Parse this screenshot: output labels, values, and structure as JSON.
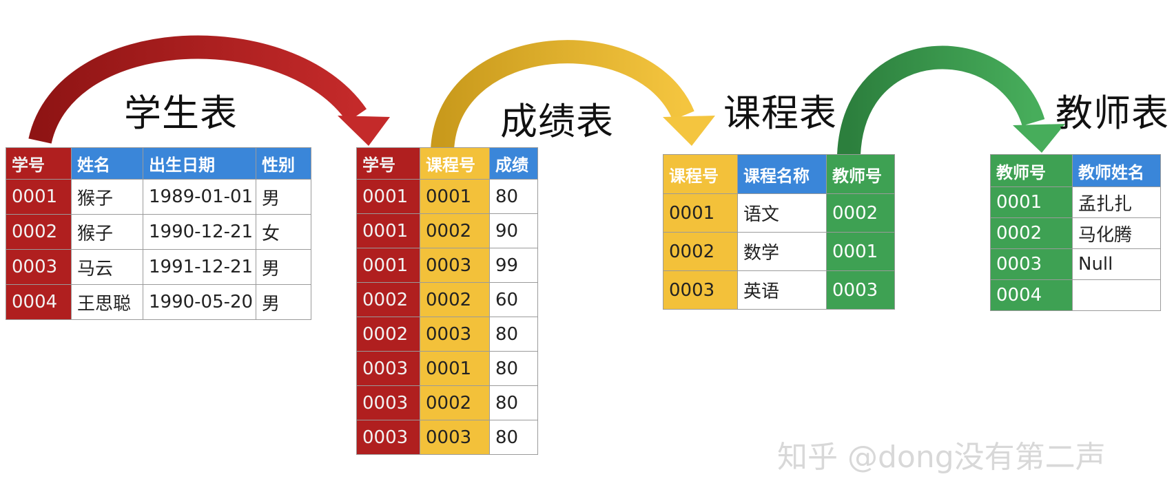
{
  "colors": {
    "red": "#b01f1f",
    "yellow": "#f3c13a",
    "green": "#3ea153",
    "blue": "#3a86d9"
  },
  "tables": {
    "student": {
      "title": "学生表",
      "headers": [
        "学号",
        "姓名",
        "出生日期",
        "性别"
      ],
      "rows": [
        [
          "0001",
          "猴子",
          "1989-01-01",
          "男"
        ],
        [
          "0002",
          "猴子",
          "1990-12-21",
          "女"
        ],
        [
          "0003",
          "马云",
          "1991-12-21",
          "男"
        ],
        [
          "0004",
          "王思聪",
          "1990-05-20",
          "男"
        ]
      ]
    },
    "score": {
      "title": "成绩表",
      "headers": [
        "学号",
        "课程号",
        "成绩"
      ],
      "rows": [
        [
          "0001",
          "0001",
          "80"
        ],
        [
          "0001",
          "0002",
          "90"
        ],
        [
          "0001",
          "0003",
          "99"
        ],
        [
          "0002",
          "0002",
          "60"
        ],
        [
          "0002",
          "0003",
          "80"
        ],
        [
          "0003",
          "0001",
          "80"
        ],
        [
          "0003",
          "0002",
          "80"
        ],
        [
          "0003",
          "0003",
          "80"
        ]
      ]
    },
    "course": {
      "title": "课程表",
      "headers": [
        "课程号",
        "课程名称",
        "教师号"
      ],
      "rows": [
        [
          "0001",
          "语文",
          "0002"
        ],
        [
          "0002",
          "数学",
          "0001"
        ],
        [
          "0003",
          "英语",
          "0003"
        ]
      ]
    },
    "teacher": {
      "title": "教师表",
      "headers": [
        "教师号",
        "教师姓名"
      ],
      "rows": [
        [
          "0001",
          "孟扎扎"
        ],
        [
          "0002",
          "马化腾"
        ],
        [
          "0003",
          "Null"
        ],
        [
          "0004",
          ""
        ]
      ]
    }
  },
  "watermark": "知乎 @dong没有第二声"
}
